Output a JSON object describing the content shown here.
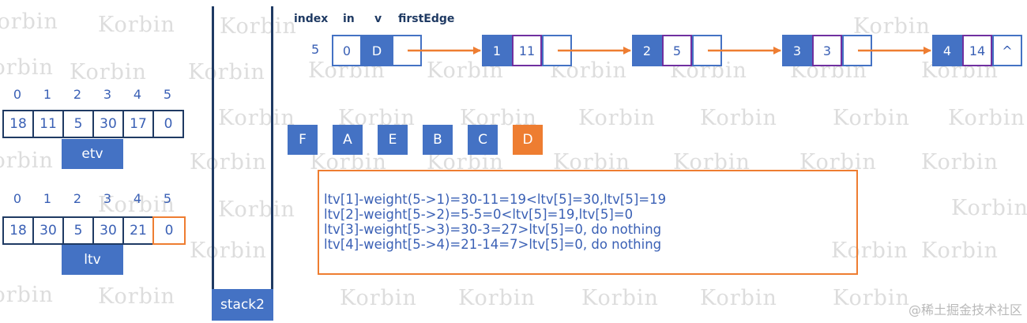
{
  "watermark": {
    "text": "Korbin",
    "corner": "@稀土掘金技术社区"
  },
  "etv": {
    "indices": [
      "0",
      "1",
      "2",
      "3",
      "4",
      "5"
    ],
    "values": [
      "18",
      "11",
      "5",
      "30",
      "17",
      "0"
    ],
    "label": "etv"
  },
  "ltv": {
    "indices": [
      "0",
      "1",
      "2",
      "3",
      "4",
      "5"
    ],
    "values": [
      "18",
      "30",
      "5",
      "30",
      "21",
      "0"
    ],
    "label": "ltv",
    "highlight_index": 5
  },
  "stack2": {
    "label": "stack2"
  },
  "adjacency": {
    "headers": {
      "index": "index",
      "in": "in",
      "v": "v",
      "first_edge": "firstEdge"
    },
    "vertex": {
      "index": "5",
      "in": "0",
      "v": "D"
    },
    "edges": [
      {
        "adj": "1",
        "weight": "11",
        "next": ""
      },
      {
        "adj": "2",
        "weight": "5",
        "next": ""
      },
      {
        "adj": "3",
        "weight": "3",
        "next": ""
      },
      {
        "adj": "4",
        "weight": "14",
        "next": "^"
      }
    ]
  },
  "stack": {
    "items": [
      "F",
      "A",
      "E",
      "B",
      "C",
      "D"
    ],
    "current_index": 5
  },
  "calculations": [
    "ltv[1]-weight(5->1)=30-11=19<ltv[5]=30,ltv[5]=19",
    "ltv[2]-weight[5->2)=5-5=0<ltv[5]=19,ltv[5]=0",
    "ltv[3]-weight[5->3)=30-3=27>ltv[5]=0, do nothing",
    "ltv[4]-weight[5->4)=21-14=7>ltv[5]=0, do nothing"
  ],
  "colors": {
    "blue": "#4472c4",
    "navy": "#1f3a63",
    "orange": "#ee7d31",
    "purple": "#7030a0"
  }
}
